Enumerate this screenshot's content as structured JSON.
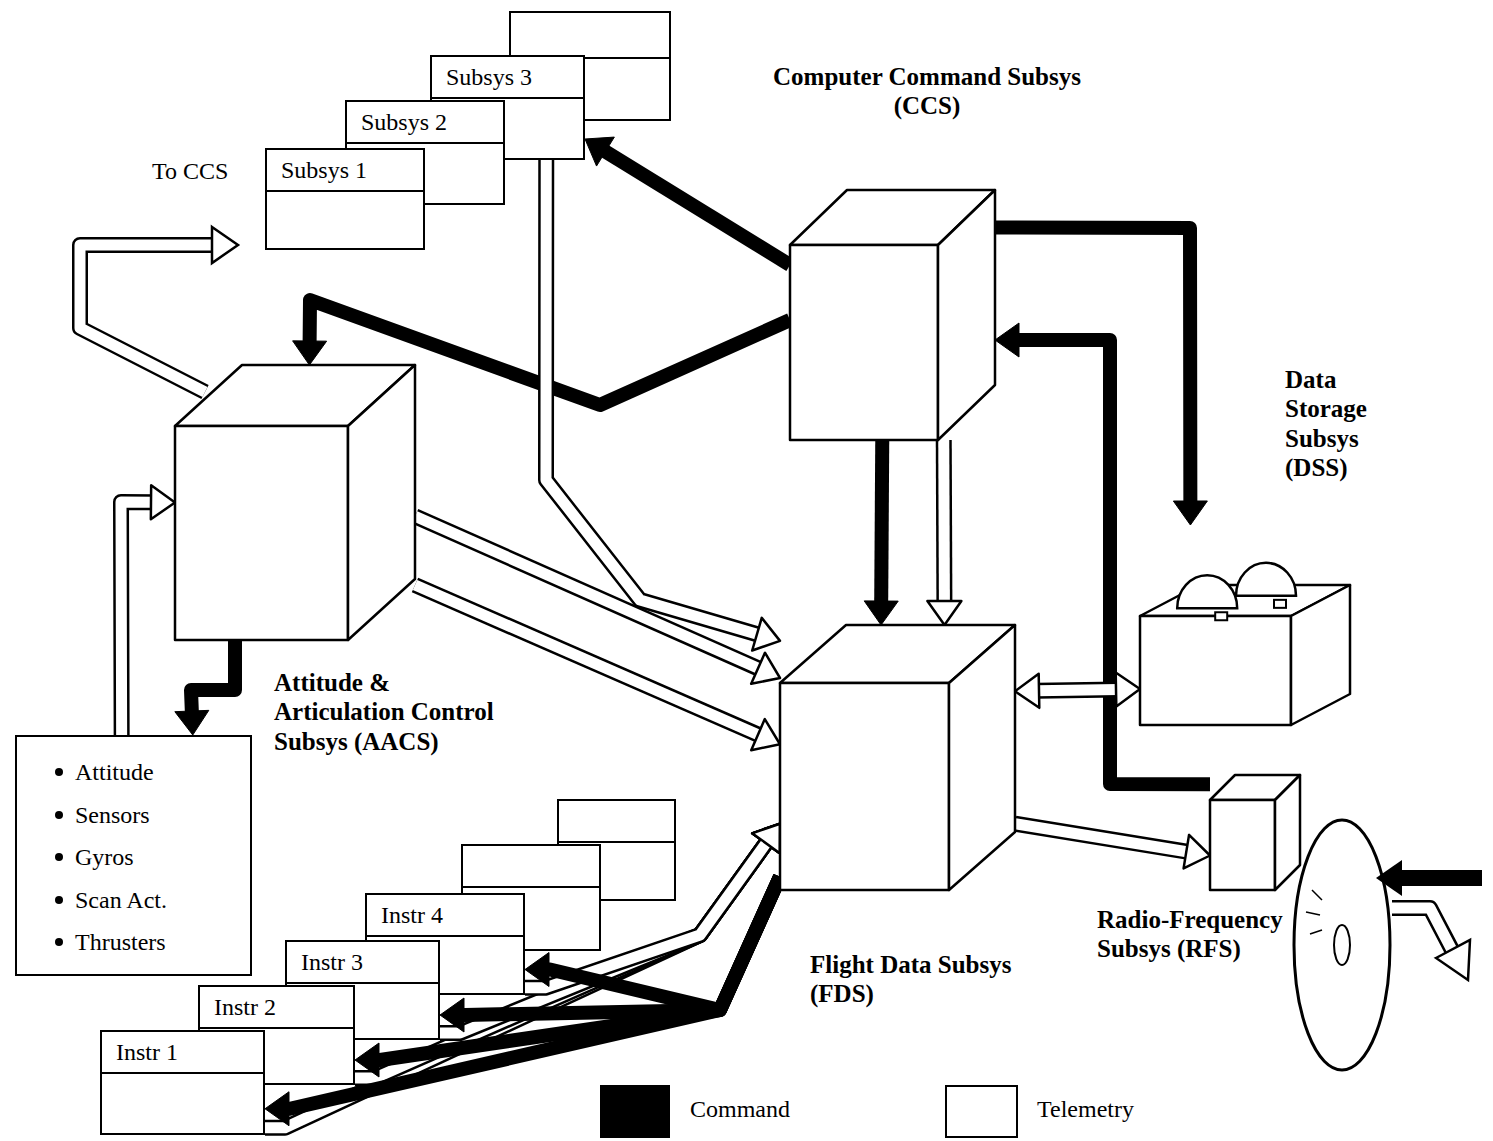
{
  "diagram": {
    "nodes": [
      {
        "text": [
          "Subsys 1"
        ]
      },
      {
        "text": [
          "Subsys 2"
        ]
      },
      {
        "text": [
          "Subsys 3"
        ]
      },
      {
        "text": [
          "Computer Command Subsys (CCS)"
        ]
      },
      {
        "text": [
          "Data Storage Subsys (DSS)"
        ]
      },
      {
        "text": [
          "Attitude & Articulation Control Subsys (AACS)"
        ]
      },
      {
        "text": [
          "Attitude",
          "Sensors",
          "Gyros",
          "Scan Act.",
          "Thrusters"
        ]
      },
      {
        "text": [
          "Flight Data Subsys (FDS)"
        ]
      },
      {
        "text": [
          "Radio-Frequency Subsys (RFS)"
        ]
      },
      {
        "text": [
          "Instr 1"
        ]
      },
      {
        "text": [
          "Instr 2"
        ]
      },
      {
        "text": [
          "Instr 3"
        ]
      },
      {
        "text": [
          "Instr 4"
        ]
      }
    ],
    "edges": [
      {
        "from": 3,
        "to": 2,
        "arrow": "to"
      },
      {
        "from": 3,
        "to": 5,
        "arrow": "to"
      },
      {
        "from": 3,
        "to": 7,
        "arrow": "to"
      },
      {
        "from": 3,
        "to": 7,
        "arrow": "to"
      },
      {
        "from": 3,
        "to": 4,
        "arrow": "to"
      },
      {
        "from": 8,
        "to": 3,
        "arrow": "to"
      },
      {
        "from": 5,
        "to": 7,
        "arrow": "to"
      },
      {
        "from": 5,
        "to": 7,
        "arrow": "to"
      },
      {
        "from": 2,
        "to": 7,
        "arrow": "to"
      },
      {
        "from": 5,
        "to": 6,
        "arrow": "to"
      },
      {
        "from": 6,
        "to": 5,
        "arrow": "to"
      },
      {
        "from": 7,
        "to": 4,
        "arrow": "both"
      },
      {
        "from": 7,
        "to": 8,
        "arrow": "to"
      },
      {
        "from": 9,
        "to": 7,
        "arrow": "to"
      },
      {
        "from": 10,
        "to": 7,
        "arrow": "to"
      },
      {
        "from": 11,
        "to": 7,
        "arrow": "to"
      },
      {
        "from": 12,
        "to": 7,
        "arrow": "to"
      },
      {
        "from": 7,
        "to": 9,
        "arrow": "to"
      },
      {
        "from": 7,
        "to": 10,
        "arrow": "to"
      },
      {
        "from": 7,
        "to": 11,
        "arrow": "to"
      },
      {
        "from": 7,
        "to": 12,
        "arrow": "to"
      }
    ],
    "labels": [
      "To CCS"
    ],
    "legend": [
      {
        "text": "Command",
        "color": "#000000"
      },
      {
        "text": "Telemetry",
        "color": "#ffffff"
      }
    ]
  }
}
